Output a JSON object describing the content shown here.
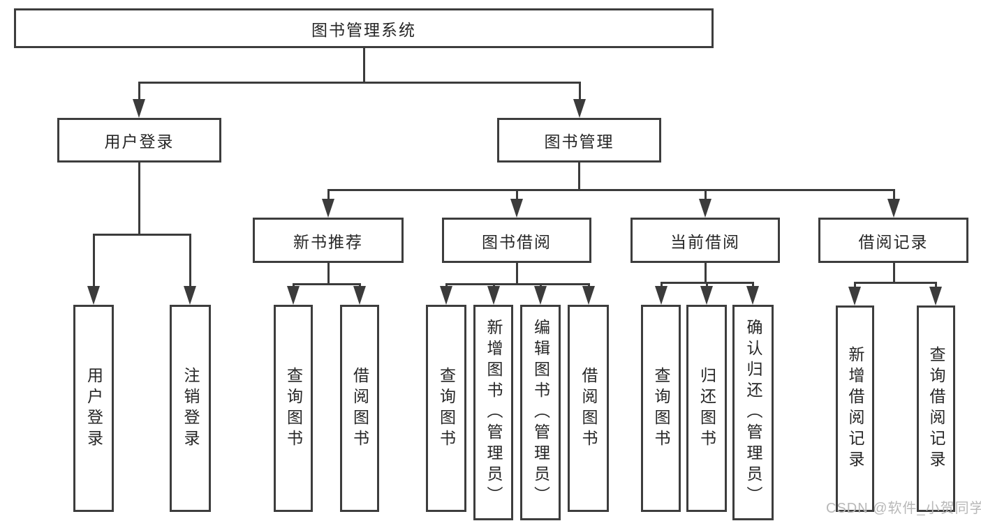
{
  "diagram": {
    "root": {
      "label": "图书管理系统"
    },
    "level1": [
      {
        "label": "用户登录"
      },
      {
        "label": "图书管理"
      }
    ],
    "level2": [
      {
        "label": "新书推荐",
        "parent": "图书管理"
      },
      {
        "label": "图书借阅",
        "parent": "图书管理"
      },
      {
        "label": "当前借阅",
        "parent": "图书管理"
      },
      {
        "label": "借阅记录",
        "parent": "图书管理"
      }
    ],
    "leaves": [
      {
        "label": "用户登录",
        "parent": "用户登录"
      },
      {
        "label": "注销登录",
        "parent": "用户登录"
      },
      {
        "label": "查询图书",
        "parent": "新书推荐"
      },
      {
        "label": "借阅图书",
        "parent": "新书推荐"
      },
      {
        "label": "查询图书",
        "parent": "图书借阅"
      },
      {
        "label": "新增图书（管理员）",
        "parent": "图书借阅"
      },
      {
        "label": "编辑图书（管理员）",
        "parent": "图书借阅"
      },
      {
        "label": "借阅图书",
        "parent": "图书借阅"
      },
      {
        "label": "查询图书",
        "parent": "当前借阅"
      },
      {
        "label": "归还图书",
        "parent": "当前借阅"
      },
      {
        "label": "确认归还（管理员）",
        "parent": "当前借阅"
      },
      {
        "label": "新增借阅记录",
        "parent": "借阅记录"
      },
      {
        "label": "查询借阅记录",
        "parent": "借阅记录"
      }
    ]
  },
  "watermark": {
    "text": "CSDN @软件_小贺同学"
  },
  "colors": {
    "line": "#3b3b3b",
    "box_border": "#3d3d3d",
    "text": "#262626",
    "background": "#ffffff",
    "watermark_text": "#b8b8b8"
  }
}
